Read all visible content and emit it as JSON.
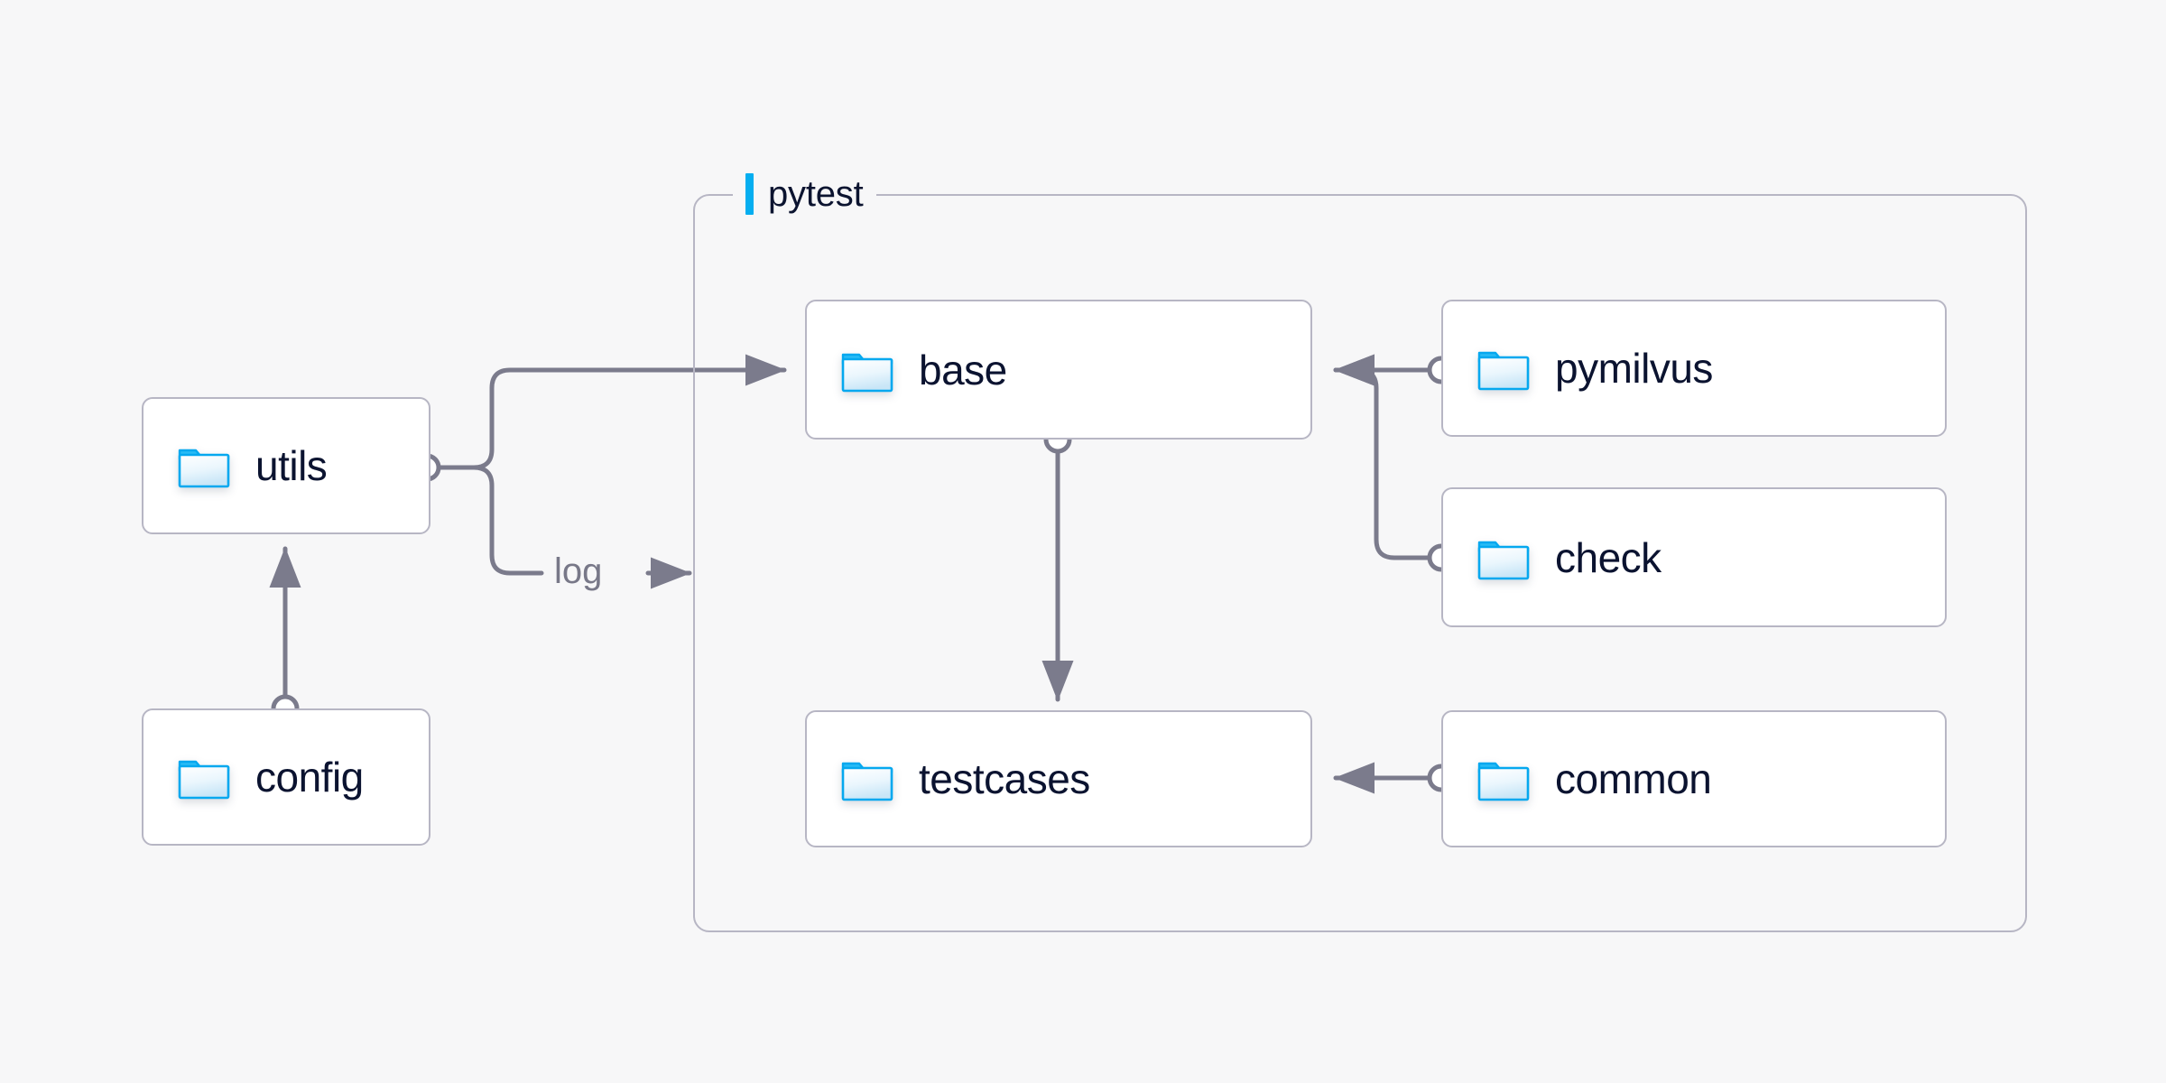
{
  "diagram": {
    "title_group": {
      "label": "pytest",
      "accent_color": "#05aef0"
    },
    "background_color": "#f7f7f8",
    "node_border_color": "#b7b6c4",
    "node_fill_color": "#ffffff",
    "edge_color": "#7b7b8c",
    "label_color": "#0b1330",
    "nodes": [
      {
        "id": "utils",
        "label": "utils",
        "icon": "folder-icon",
        "group": "root"
      },
      {
        "id": "config",
        "label": "config",
        "icon": "folder-icon",
        "group": "root"
      },
      {
        "id": "base",
        "label": "base",
        "icon": "folder-icon",
        "group": "pytest"
      },
      {
        "id": "testcases",
        "label": "testcases",
        "icon": "folder-icon",
        "group": "pytest"
      },
      {
        "id": "pymilvus",
        "label": "pymilvus",
        "icon": "folder-icon",
        "group": "root"
      },
      {
        "id": "check",
        "label": "check",
        "icon": "folder-icon",
        "group": "root"
      },
      {
        "id": "common",
        "label": "common",
        "icon": "folder-icon",
        "group": "root"
      }
    ],
    "edges": [
      {
        "from": "config",
        "to": "utils",
        "label": "",
        "arrow": "up"
      },
      {
        "from": "utils",
        "to": "base",
        "label": "",
        "arrow": "right"
      },
      {
        "from": "utils",
        "to": "pytest",
        "label": "log",
        "arrow": "right"
      },
      {
        "from": "base",
        "to": "testcases",
        "label": "",
        "arrow": "down"
      },
      {
        "from": "pymilvus",
        "to": "base",
        "label": "",
        "arrow": "left"
      },
      {
        "from": "check",
        "to": "base",
        "label": "",
        "arrow": "left"
      },
      {
        "from": "common",
        "to": "testcases",
        "label": "",
        "arrow": "left"
      }
    ],
    "edge_labels": [
      {
        "id": "log",
        "text": "log"
      }
    ]
  }
}
